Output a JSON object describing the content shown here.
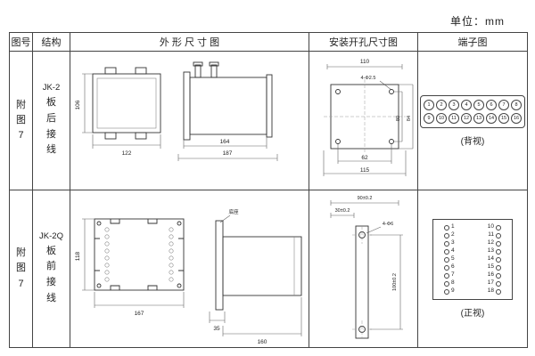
{
  "unit_label": "单位：mm",
  "header": {
    "fig_no": "图号",
    "structure": "结构",
    "outline": "外 形 尺 寸 图",
    "install": "安装开孔尺寸图",
    "terminal": "端子图"
  },
  "row1": {
    "fig_no": "附图7",
    "model": "JK-2",
    "wiring": "板后接线",
    "dims": {
      "height": "106",
      "width": "122",
      "body_len": "164",
      "total_len": "187",
      "hole_top": "110",
      "hole_note": "4-Φ2.5",
      "hole_v1": "80",
      "hole_v2": "84",
      "hole_b1": "62",
      "hole_b2": "115"
    },
    "terminal": {
      "top": [
        "1",
        "2",
        "3",
        "4",
        "5",
        "6",
        "7",
        "8"
      ],
      "bottom": [
        "9",
        "10",
        "11",
        "12",
        "13",
        "14",
        "15",
        "16"
      ],
      "view": "(背视)"
    }
  },
  "row2": {
    "fig_no": "附图7",
    "model": "JK-2Q",
    "wiring": "板前接线",
    "dims": {
      "height": "118",
      "width": "167",
      "base": "底座",
      "depth": "35",
      "body_len": "160",
      "hole_top": "90±0.2",
      "hole_top2": "30±0.2",
      "hole_note": "4-Φ6",
      "hole_v": "100±0.2"
    },
    "terminal": {
      "pairs": [
        {
          "l": "1",
          "r": "10"
        },
        {
          "l": "2",
          "r": "11"
        },
        {
          "l": "3",
          "r": "12"
        },
        {
          "l": "4",
          "r": "13"
        },
        {
          "l": "5",
          "r": "14"
        },
        {
          "l": "6",
          "r": "15"
        },
        {
          "l": "7",
          "r": "16"
        },
        {
          "l": "8",
          "r": "17"
        },
        {
          "l": "9",
          "r": "18"
        }
      ],
      "view": "(正视)"
    }
  }
}
